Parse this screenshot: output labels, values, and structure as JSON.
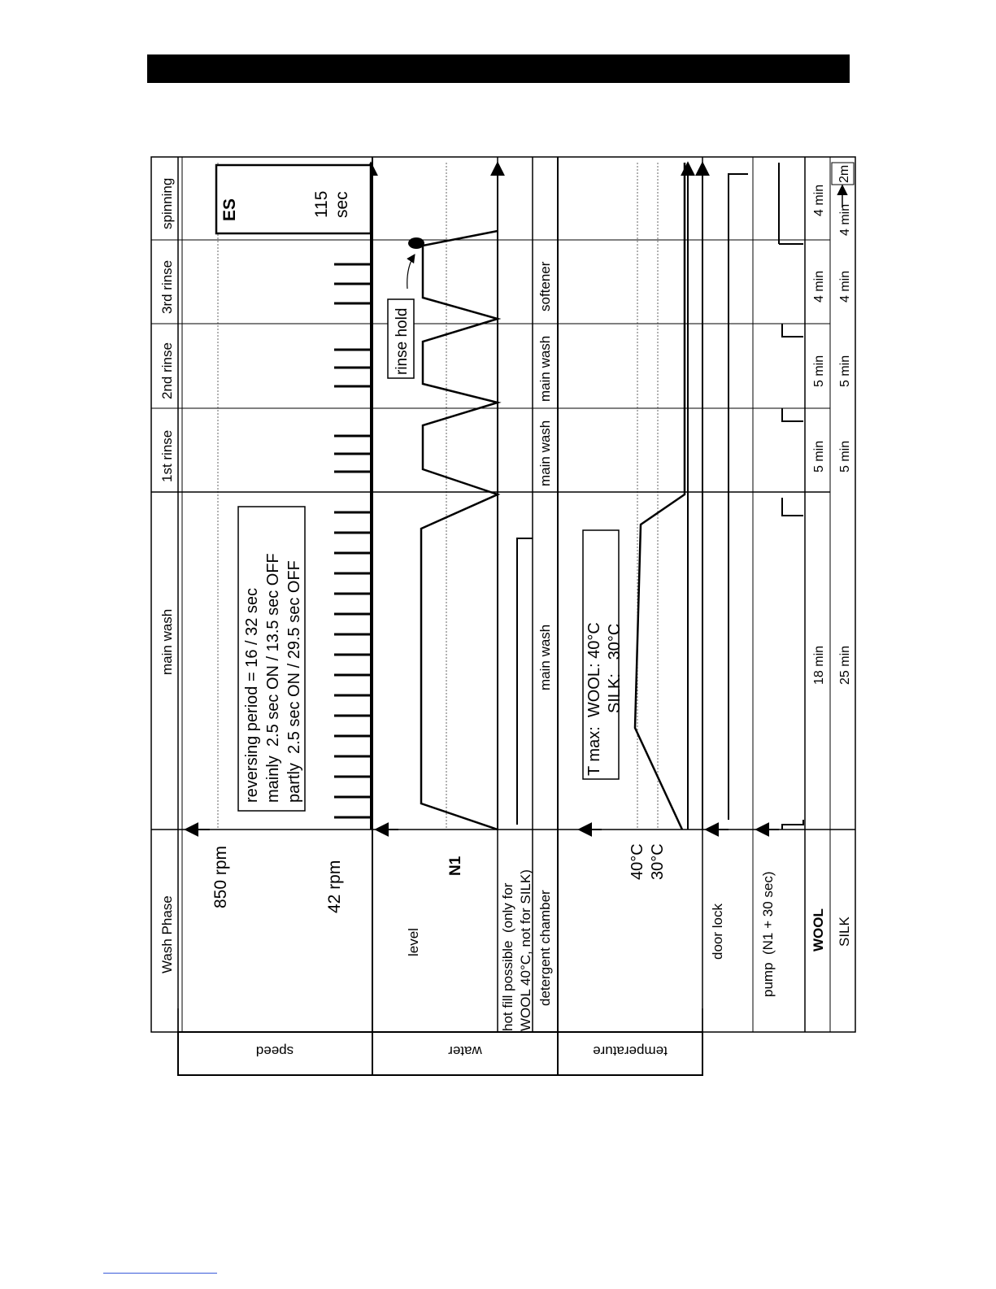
{
  "header": {
    "text": ""
  },
  "legend_groups": [
    "speed",
    "water",
    "temperature"
  ],
  "phase_header_label": "Wash Phase",
  "phases": [
    "main wash",
    "1st rinse",
    "2nd rinse",
    "3rd rinse",
    "spinning"
  ],
  "speed": {
    "max_label": "850 rpm",
    "low_label": "42 rpm",
    "reversing_box": [
      "reversing period = 16 / 32 sec",
      "mainly  2.5 sec ON / 13.5 sec OFF",
      "partly  2.5 sec ON / 29.5 sec OFF"
    ],
    "spin_box": {
      "title": "ES",
      "value": "115",
      "unit": "sec"
    }
  },
  "water": {
    "level_label": "level",
    "n1_label": "N1",
    "rinse_hold_label": "rinse hold",
    "hot_fill_label": [
      "hot fill possible  (only for",
      "WOOL 40°C, not for SILK)"
    ]
  },
  "detergent": {
    "label": "detergent chamber",
    "entries": [
      "main wash",
      "main wash",
      "main wash",
      "softener"
    ]
  },
  "temperature": {
    "t40_label": "40°C",
    "t30_label": "30°C",
    "tmax_box": [
      "T max:  WOOL: 40°C",
      "SILK:   30°C"
    ]
  },
  "door_lock_label": "door lock",
  "pump_label": "pump  (N1 + 30 sec)",
  "durations": {
    "wool_label": "WOOL",
    "silk_label": "SILK",
    "wool": [
      "18 min",
      "5 min",
      "5 min",
      "4 min",
      "4 min"
    ],
    "silk": [
      "25 min",
      "5 min",
      "5 min",
      "4 min",
      "4 min",
      "2m"
    ]
  }
}
